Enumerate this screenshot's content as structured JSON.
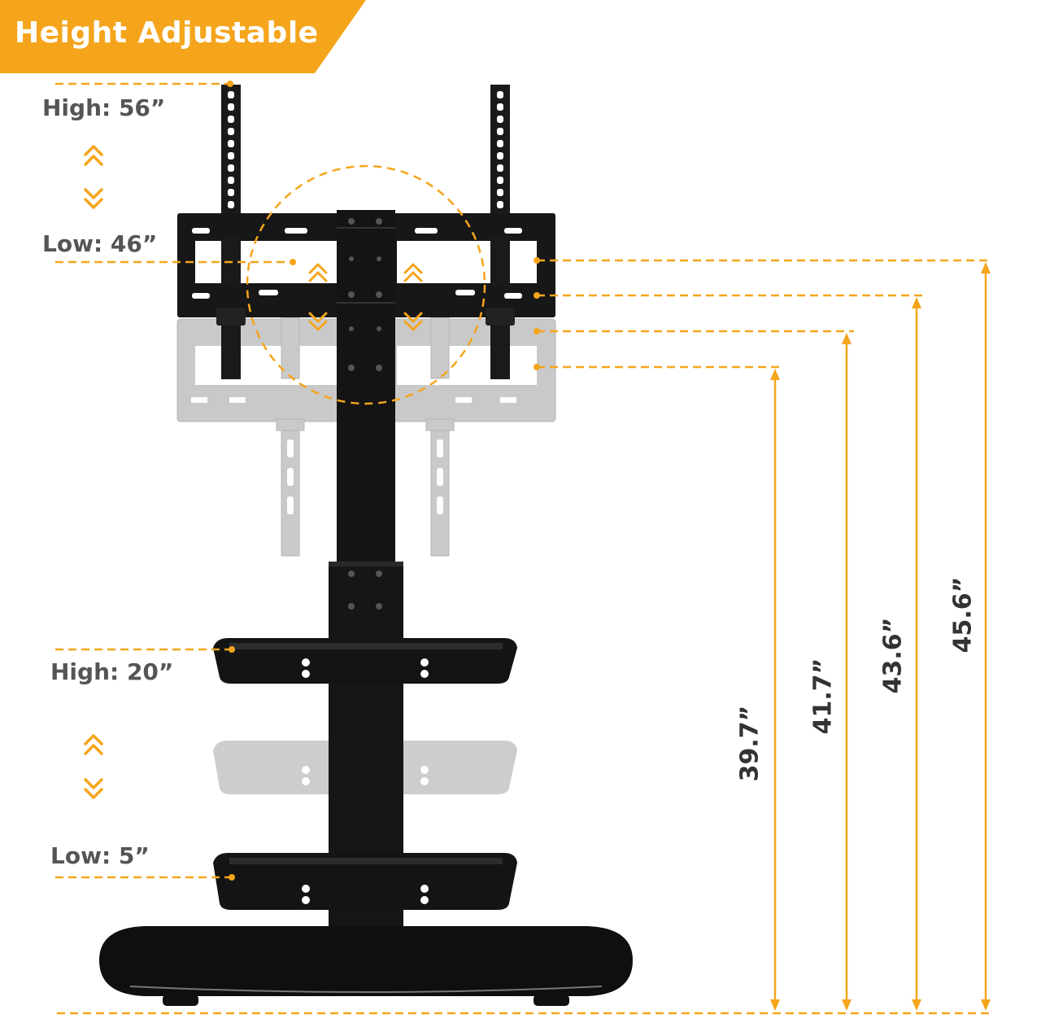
{
  "title": "Height Adjustable",
  "mount_height": {
    "high": "High: 56”",
    "low": "Low: 46”"
  },
  "shelf_height": {
    "high": "High: 20”",
    "low": "Low: 5”"
  },
  "dimensions": [
    "39.7”",
    "41.7”",
    "43.6”",
    "45.6”"
  ],
  "colors": {
    "accent": "#f5a51c",
    "stand": "#151515",
    "ghost": "#c8c8c8",
    "label": "#555555"
  }
}
